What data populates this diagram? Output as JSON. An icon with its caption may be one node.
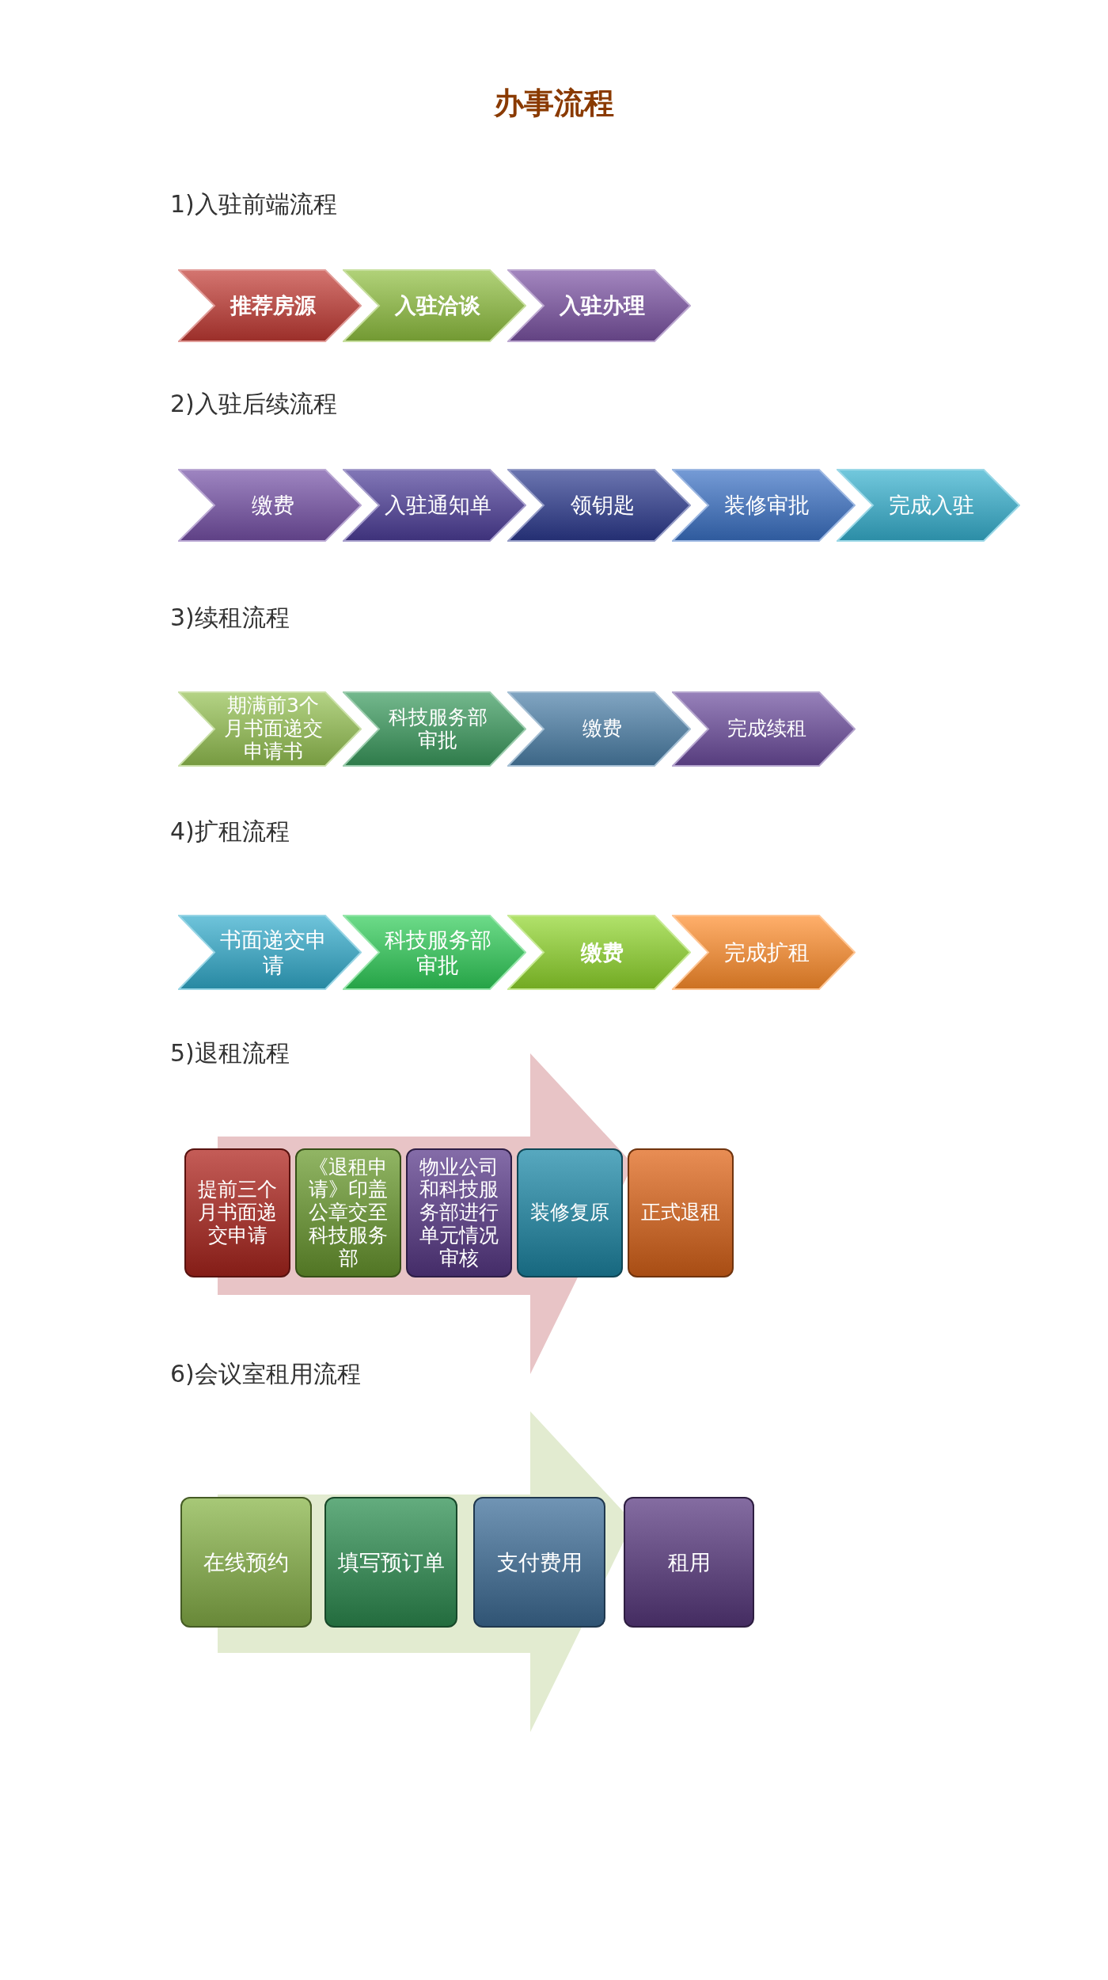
{
  "diagram": {
    "title": "办事流程",
    "nodes": [
      {
        "text": [
          "推荐房源"
        ]
      },
      {
        "text": [
          "入驻洽谈"
        ]
      },
      {
        "text": [
          "入驻办理"
        ]
      },
      {
        "text": [
          "缴费"
        ]
      },
      {
        "text": [
          "入驻通知单"
        ]
      },
      {
        "text": [
          "领钥匙"
        ]
      },
      {
        "text": [
          "装修审批"
        ]
      },
      {
        "text": [
          "完成入驻"
        ]
      },
      {
        "text": [
          "期满前3个月书面递交申请书"
        ]
      },
      {
        "text": [
          "科技服务部审批"
        ]
      },
      {
        "text": [
          "缴费"
        ]
      },
      {
        "text": [
          "完成续租"
        ]
      },
      {
        "text": [
          "书面递交申请"
        ]
      },
      {
        "text": [
          "科技服务部审批"
        ]
      },
      {
        "text": [
          "缴费"
        ]
      },
      {
        "text": [
          "完成扩租"
        ]
      },
      {
        "text": [
          "提前三个月书面递交申请"
        ]
      },
      {
        "text": [
          "《退租申请》印盖公章交至科技服务部"
        ]
      },
      {
        "text": [
          "物业公司和科技服务部进行单元情况审核"
        ]
      },
      {
        "text": [
          "装修复原"
        ]
      },
      {
        "text": [
          "正式退租"
        ]
      },
      {
        "text": [
          "在线预约"
        ]
      },
      {
        "text": [
          "填写预订单"
        ]
      },
      {
        "text": [
          "支付费用"
        ]
      },
      {
        "text": [
          "租用"
        ]
      }
    ],
    "edges": [
      {
        "from": 16,
        "to": 20,
        "arrow": "to"
      },
      {
        "from": 21,
        "to": 24,
        "arrow": "to"
      }
    ],
    "labels": [
      "1)入驻前端流程",
      "2)入驻后续流程",
      "3)续租流程",
      "4)扩租流程",
      "5)退租流程",
      "6)会议室租用流程"
    ]
  }
}
